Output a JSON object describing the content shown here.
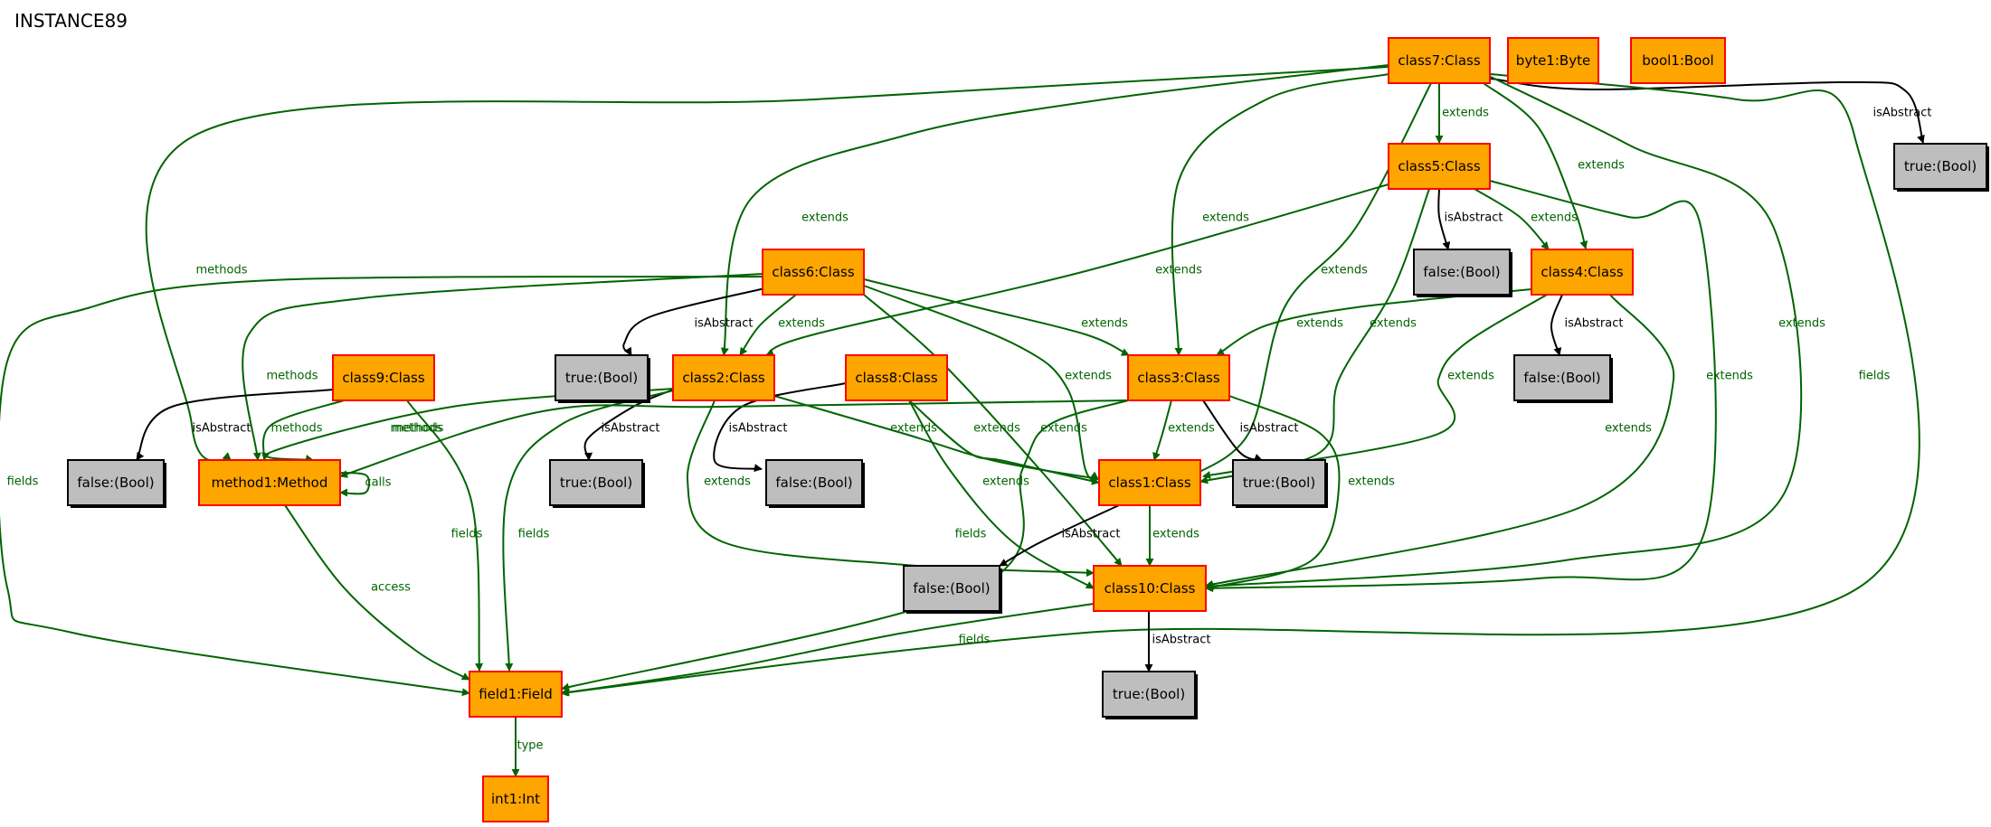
{
  "title": "INSTANCE89",
  "colors": {
    "object_fill": "#ffa500",
    "object_stroke": "#ff0000",
    "value_fill": "#bebebe",
    "value_stroke": "#000000",
    "ref_edge": "#006400",
    "attr_edge": "#000000"
  },
  "nodes": [
    {
      "id": "class7",
      "label": "class7:Class",
      "kind": "object"
    },
    {
      "id": "byte1",
      "label": "byte1:Byte",
      "kind": "object"
    },
    {
      "id": "bool1",
      "label": "bool1:Bool",
      "kind": "object"
    },
    {
      "id": "t_c7",
      "label": "true:(Bool)",
      "kind": "value"
    },
    {
      "id": "class5",
      "label": "class5:Class",
      "kind": "object"
    },
    {
      "id": "f_c5",
      "label": "false:(Bool)",
      "kind": "value"
    },
    {
      "id": "class4",
      "label": "class4:Class",
      "kind": "object"
    },
    {
      "id": "class6",
      "label": "class6:Class",
      "kind": "object"
    },
    {
      "id": "t_c6",
      "label": "true:(Bool)",
      "kind": "value"
    },
    {
      "id": "f_c4",
      "label": "false:(Bool)",
      "kind": "value"
    },
    {
      "id": "class9",
      "label": "class9:Class",
      "kind": "object"
    },
    {
      "id": "class2",
      "label": "class2:Class",
      "kind": "object"
    },
    {
      "id": "class8",
      "label": "class8:Class",
      "kind": "object"
    },
    {
      "id": "class3",
      "label": "class3:Class",
      "kind": "object"
    },
    {
      "id": "f_c9",
      "label": "false:(Bool)",
      "kind": "value"
    },
    {
      "id": "method1",
      "label": "method1:Method",
      "kind": "object"
    },
    {
      "id": "t_c2",
      "label": "true:(Bool)",
      "kind": "value"
    },
    {
      "id": "f_c8",
      "label": "false:(Bool)",
      "kind": "value"
    },
    {
      "id": "class1",
      "label": "class1:Class",
      "kind": "object"
    },
    {
      "id": "t_c3",
      "label": "true:(Bool)",
      "kind": "value"
    },
    {
      "id": "f_c1",
      "label": "false:(Bool)",
      "kind": "value"
    },
    {
      "id": "class10",
      "label": "class10:Class",
      "kind": "object"
    },
    {
      "id": "field1",
      "label": "field1:Field",
      "kind": "object"
    },
    {
      "id": "t_c10",
      "label": "true:(Bool)",
      "kind": "value"
    },
    {
      "id": "int1",
      "label": "int1:Int",
      "kind": "object"
    }
  ],
  "edges": [
    {
      "from": "class7",
      "to": "t_c7",
      "label": "isAbstract",
      "kind": "attr"
    },
    {
      "from": "class7",
      "to": "class5",
      "label": "extends",
      "kind": "ref"
    },
    {
      "from": "class7",
      "to": "class4",
      "label": "extends",
      "kind": "ref"
    },
    {
      "from": "class7",
      "to": "class3",
      "label": "extends",
      "kind": "ref"
    },
    {
      "from": "class7",
      "to": "class2",
      "label": "extends",
      "kind": "ref"
    },
    {
      "from": "class7",
      "to": "class1",
      "label": "extends",
      "kind": "ref"
    },
    {
      "from": "class7",
      "to": "class10",
      "label": "extends",
      "kind": "ref"
    },
    {
      "from": "class7",
      "to": "method1",
      "label": "methods",
      "kind": "ref"
    },
    {
      "from": "class7",
      "to": "field1",
      "label": "fields",
      "kind": "ref"
    },
    {
      "from": "class5",
      "to": "f_c5",
      "label": "isAbstract",
      "kind": "attr"
    },
    {
      "from": "class5",
      "to": "class4",
      "label": "extends",
      "kind": "ref"
    },
    {
      "from": "class5",
      "to": "class2",
      "label": "extends",
      "kind": "ref"
    },
    {
      "from": "class5",
      "to": "class1",
      "label": "extends",
      "kind": "ref"
    },
    {
      "from": "class5",
      "to": "class10",
      "label": "extends",
      "kind": "ref"
    },
    {
      "from": "class4",
      "to": "f_c4",
      "label": "isAbstract",
      "kind": "attr"
    },
    {
      "from": "class4",
      "to": "class3",
      "label": "extends",
      "kind": "ref"
    },
    {
      "from": "class4",
      "to": "class1",
      "label": "extends",
      "kind": "ref"
    },
    {
      "from": "class4",
      "to": "class10",
      "label": "extends",
      "kind": "ref"
    },
    {
      "from": "class6",
      "to": "t_c6",
      "label": "isAbstract",
      "kind": "attr"
    },
    {
      "from": "class6",
      "to": "class2",
      "label": "extends",
      "kind": "ref"
    },
    {
      "from": "class6",
      "to": "class3",
      "label": "extends",
      "kind": "ref"
    },
    {
      "from": "class6",
      "to": "class1",
      "label": "extends",
      "kind": "ref"
    },
    {
      "from": "class6",
      "to": "class10",
      "label": "extends",
      "kind": "ref"
    },
    {
      "from": "class6",
      "to": "method1",
      "label": "methods",
      "kind": "ref"
    },
    {
      "from": "class6",
      "to": "field1",
      "label": "fields",
      "kind": "ref"
    },
    {
      "from": "class9",
      "to": "f_c9",
      "label": "isAbstract",
      "kind": "attr"
    },
    {
      "from": "class9",
      "to": "method1",
      "label": "methods",
      "kind": "ref"
    },
    {
      "from": "class9",
      "to": "field1",
      "label": "fields",
      "kind": "ref"
    },
    {
      "from": "class2",
      "to": "t_c2",
      "label": "isAbstract",
      "kind": "attr"
    },
    {
      "from": "class2",
      "to": "method1",
      "label": "methods",
      "kind": "ref"
    },
    {
      "from": "class2",
      "to": "field1",
      "label": "fields",
      "kind": "ref"
    },
    {
      "from": "class2",
      "to": "class1",
      "label": "extends",
      "kind": "ref"
    },
    {
      "from": "class2",
      "to": "class10",
      "label": "extends",
      "kind": "ref"
    },
    {
      "from": "class8",
      "to": "f_c8",
      "label": "isAbstract",
      "kind": "attr"
    },
    {
      "from": "class8",
      "to": "class1",
      "label": "extends",
      "kind": "ref"
    },
    {
      "from": "class8",
      "to": "class10",
      "label": "extends",
      "kind": "ref"
    },
    {
      "from": "class3",
      "to": "t_c3",
      "label": "isAbstract",
      "kind": "attr"
    },
    {
      "from": "class3",
      "to": "method1",
      "label": "methods",
      "kind": "ref"
    },
    {
      "from": "class3",
      "to": "class1",
      "label": "extends",
      "kind": "ref"
    },
    {
      "from": "class3",
      "to": "class10",
      "label": "extends",
      "kind": "ref"
    },
    {
      "from": "class3",
      "to": "field1",
      "label": "fields",
      "kind": "ref"
    },
    {
      "from": "method1",
      "to": "method1",
      "label": "calls",
      "kind": "ref"
    },
    {
      "from": "method1",
      "to": "field1",
      "label": "access",
      "kind": "ref"
    },
    {
      "from": "class1",
      "to": "f_c1",
      "label": "isAbstract",
      "kind": "attr"
    },
    {
      "from": "class1",
      "to": "class10",
      "label": "extends",
      "kind": "ref"
    },
    {
      "from": "class10",
      "to": "t_c10",
      "label": "isAbstract",
      "kind": "attr"
    },
    {
      "from": "class10",
      "to": "field1",
      "label": "fields",
      "kind": "ref"
    },
    {
      "from": "field1",
      "to": "int1",
      "label": "type",
      "kind": "ref"
    }
  ]
}
